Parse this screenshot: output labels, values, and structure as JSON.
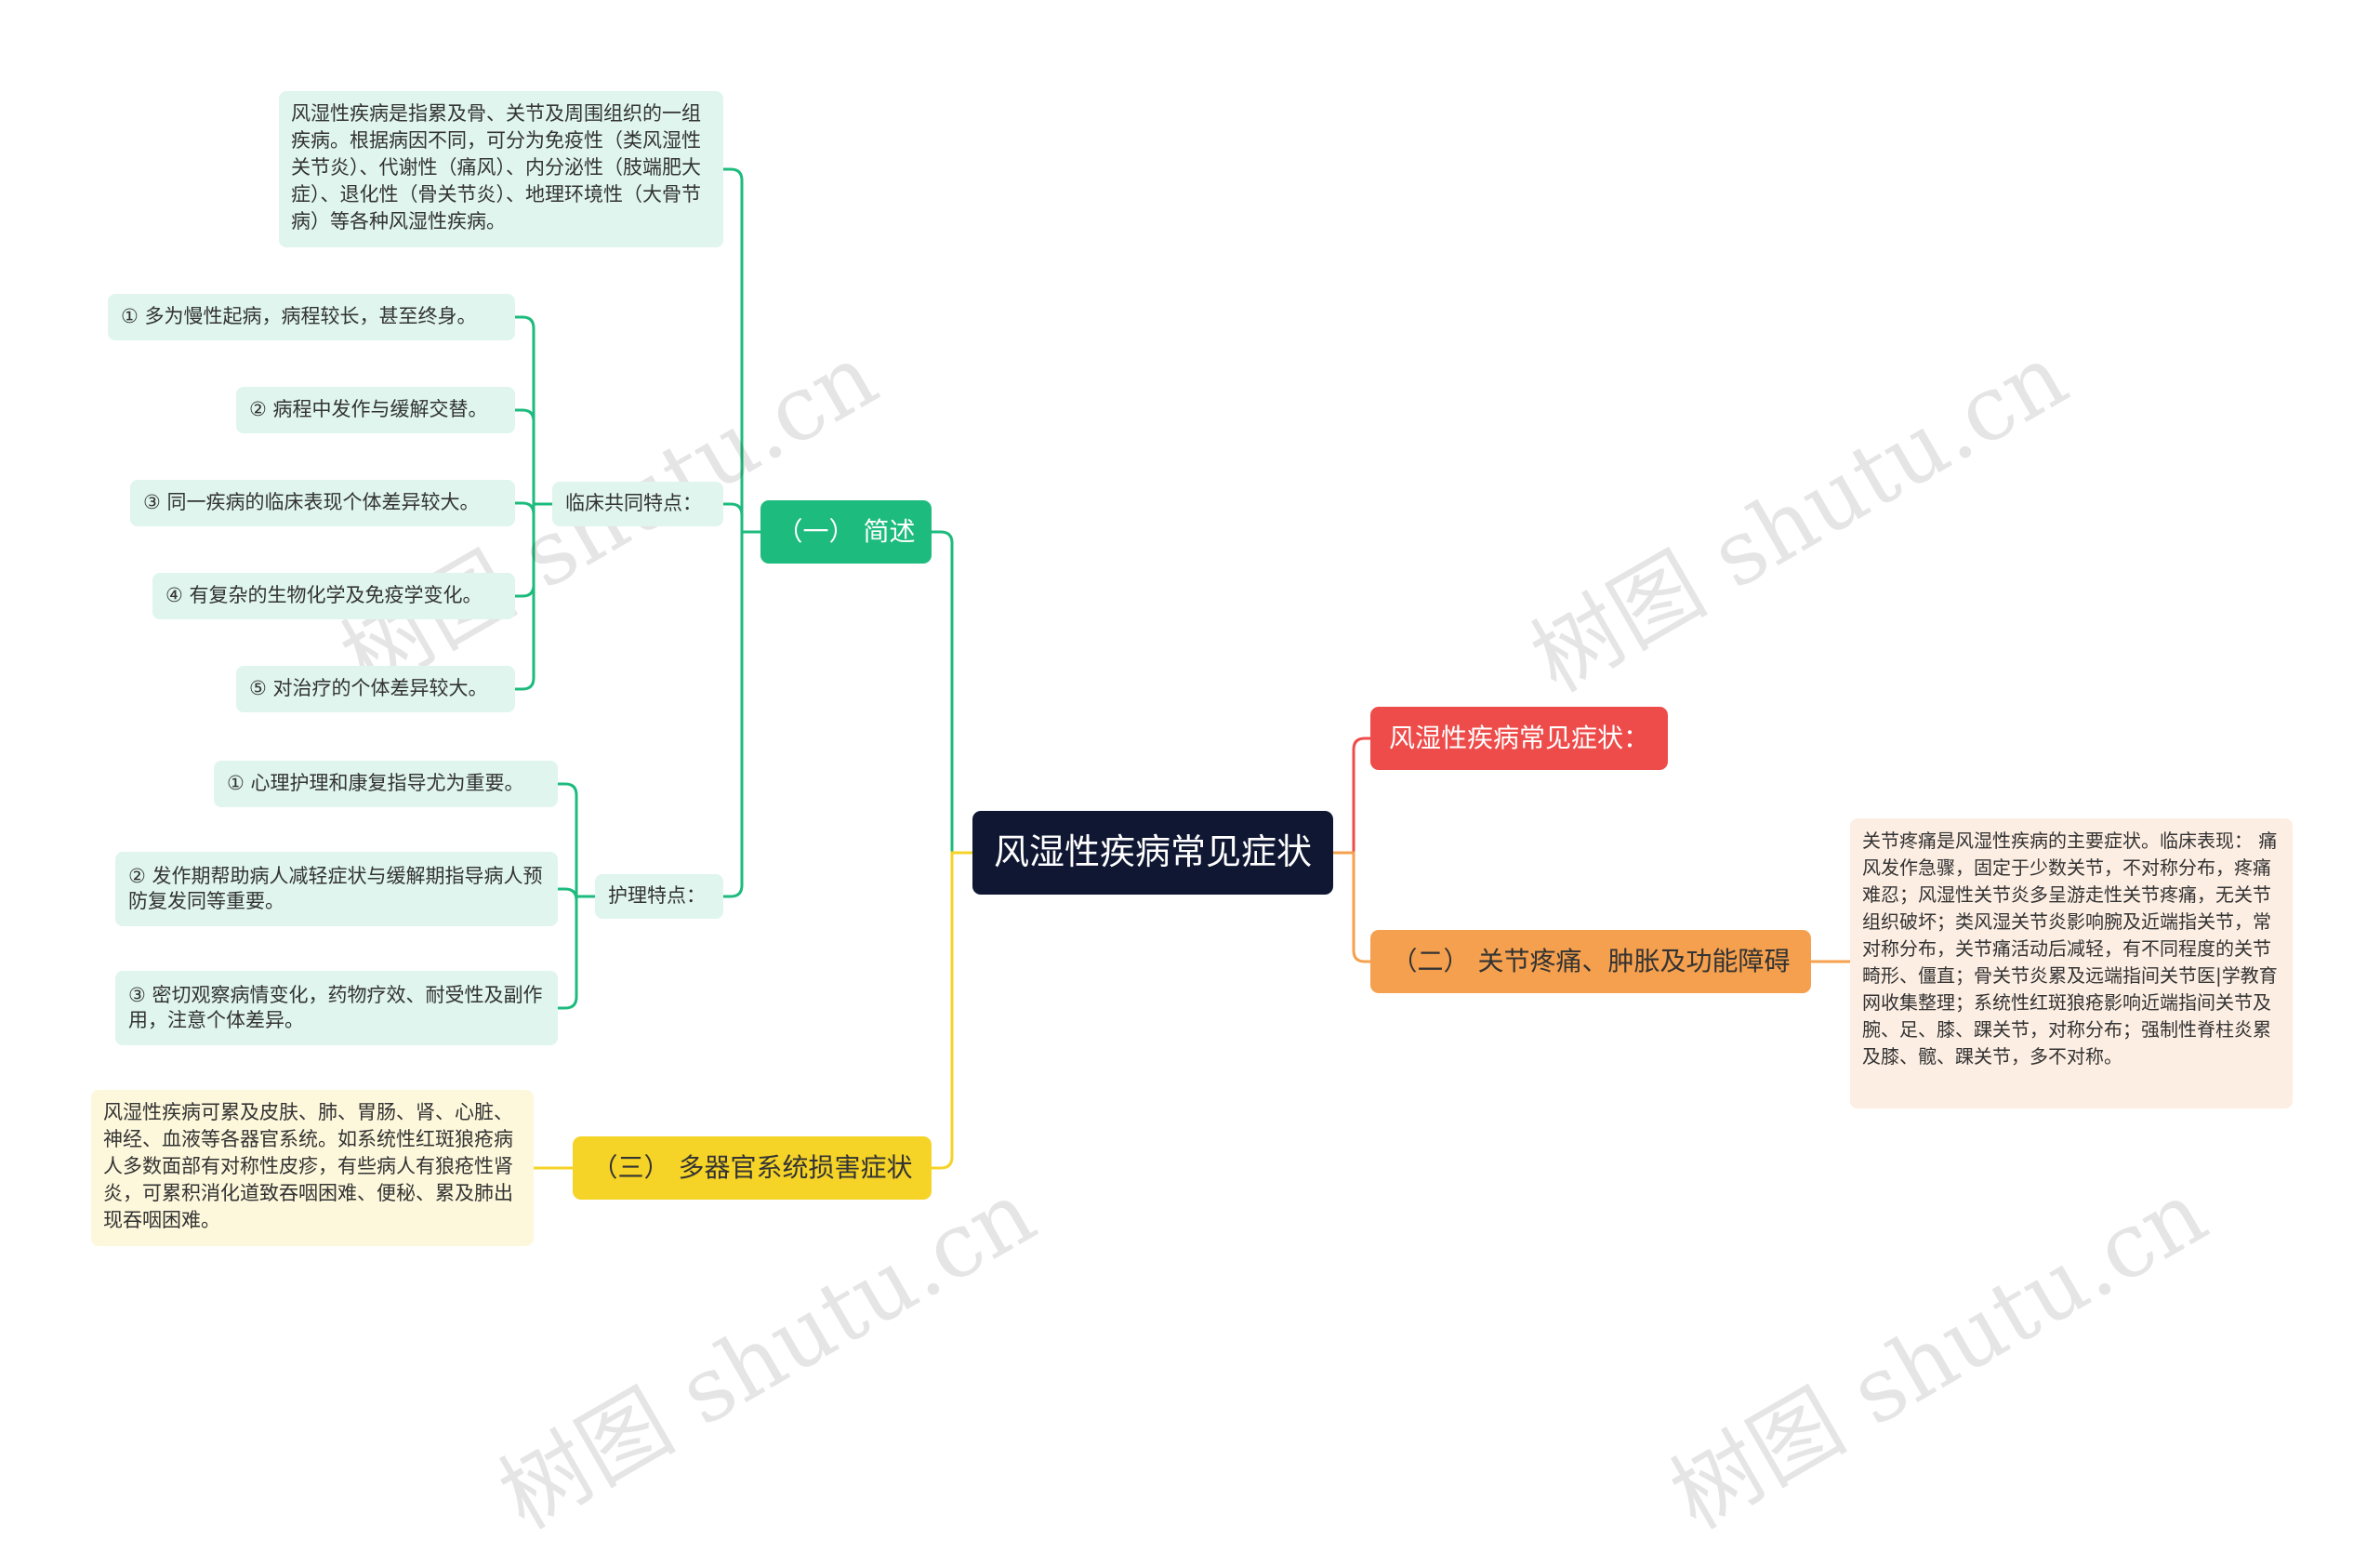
{
  "root": {
    "label": "风湿性疾病常见症状"
  },
  "branches": {
    "overview": {
      "label": "（一） 简述",
      "color": "#1dbb7d",
      "definition": "风湿性疾病是指累及骨、关节及周围组织的一组疾病。根据病因不同，可分为免疫性（类风湿性关节炎）、代谢性（痛风）、内分泌性（肢端肥大症）、退化性（骨关节炎）、地理环境性（大骨节病）等各种风湿性疾病。",
      "clinical": {
        "label": "临床共同特点：",
        "items": [
          "① 多为慢性起病，病程较长，甚至终身。",
          "② 病程中发作与缓解交替。",
          "③ 同一疾病的临床表现个体差异较大。",
          "④ 有复杂的生物化学及免疫学变化。",
          "⑤ 对治疗的个体差异较大。"
        ]
      },
      "nursing": {
        "label": "护理特点：",
        "items": [
          "① 心理护理和康复指导尤为重要。",
          "② 发作期帮助病人减轻症状与缓解期指导病人预防复发同等重要。",
          "③ 密切观察病情变化，药物疗效、耐受性及副作用，注意个体差异。"
        ]
      }
    },
    "multi_organ": {
      "label": "（三） 多器官系统损害症状",
      "color": "#f5d327",
      "text": "风湿性疾病可累及皮肤、肺、胃肠、肾、心脏、神经、血液等各器官系统。如系统性红斑狼疮病人多数面部有对称性皮疹，有些病人有狼疮性肾炎，可累积消化道致吞咽困难、便秘、累及肺出现吞咽困难。"
    },
    "common_symptoms": {
      "label": "风湿性疾病常见症状：",
      "color": "#ee4c4a"
    },
    "joint": {
      "label": "（二） 关节疼痛、肿胀及功能障碍",
      "color": "#f5a04e",
      "text": "关节疼痛是风湿性疾病的主要症状。临床表现：  痛风发作急骤，固定于少数关节，不对称分布，疼痛难忍；风湿性关节炎多呈游走性关节疼痛，无关节组织破坏；类风湿关节炎影响腕及近端指关节，常对称分布，关节痛活动后减轻，有不同程度的关节畸形、僵直；骨关节炎累及远端指间关节医|学教育网收集整理；系统性红斑狼疮影响近端指间关节及腕、足、膝、踝关节，对称分布；强制性脊柱炎累及膝、髋、踝关节，多不对称。"
    }
  },
  "watermark": "树图 shutu.cn",
  "colors": {
    "link_green": "#1dbb7d",
    "link_yellow": "#f5d327",
    "link_red": "#ee4c4a",
    "link_orange": "#f5a04e",
    "root_bg": "#0f1733"
  }
}
